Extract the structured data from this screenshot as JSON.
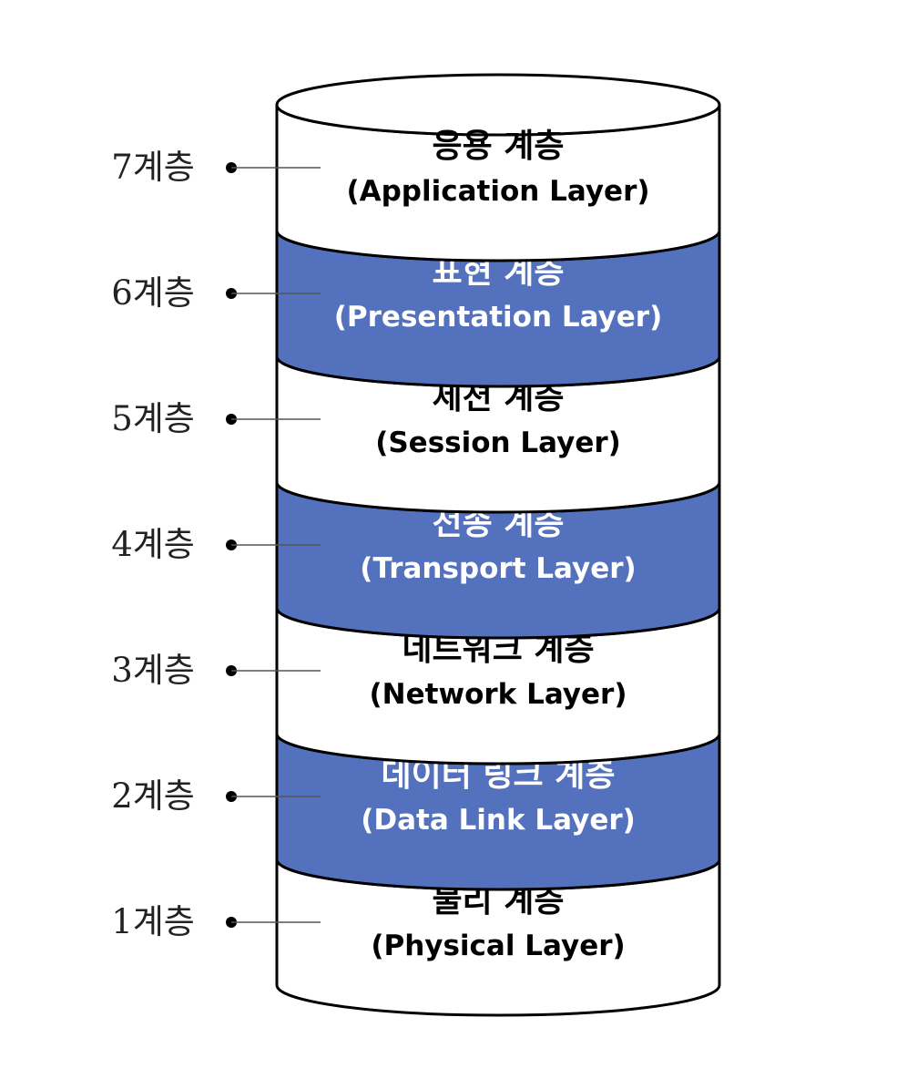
{
  "colors": {
    "band_white": "#ffffff",
    "band_blue": "#5371bd",
    "outline": "#000000",
    "text_dark": "#000000",
    "text_light": "#ffffff",
    "label": "#222222",
    "leader_line": "#555555"
  },
  "layers": [
    {
      "level_label": "7계층",
      "name": "응용 계층",
      "name_en": "(Application Layer)",
      "fill": "white"
    },
    {
      "level_label": "6계층",
      "name": "표현 계층",
      "name_en": "(Presentation Layer)",
      "fill": "blue"
    },
    {
      "level_label": "5계층",
      "name": "세션 계층",
      "name_en": "(Session Layer)",
      "fill": "white"
    },
    {
      "level_label": "4계층",
      "name": "전송 계층",
      "name_en": "(Transport Layer)",
      "fill": "blue"
    },
    {
      "level_label": "3계층",
      "name": "네트워크 계층",
      "name_en": "(Network Layer)",
      "fill": "white"
    },
    {
      "level_label": "2계층",
      "name": "데이터 링크 계층",
      "name_en": "(Data Link Layer)",
      "fill": "blue"
    },
    {
      "level_label": "1계층",
      "name": "물리 계층",
      "name_en": "(Physical Layer)",
      "fill": "white"
    }
  ]
}
